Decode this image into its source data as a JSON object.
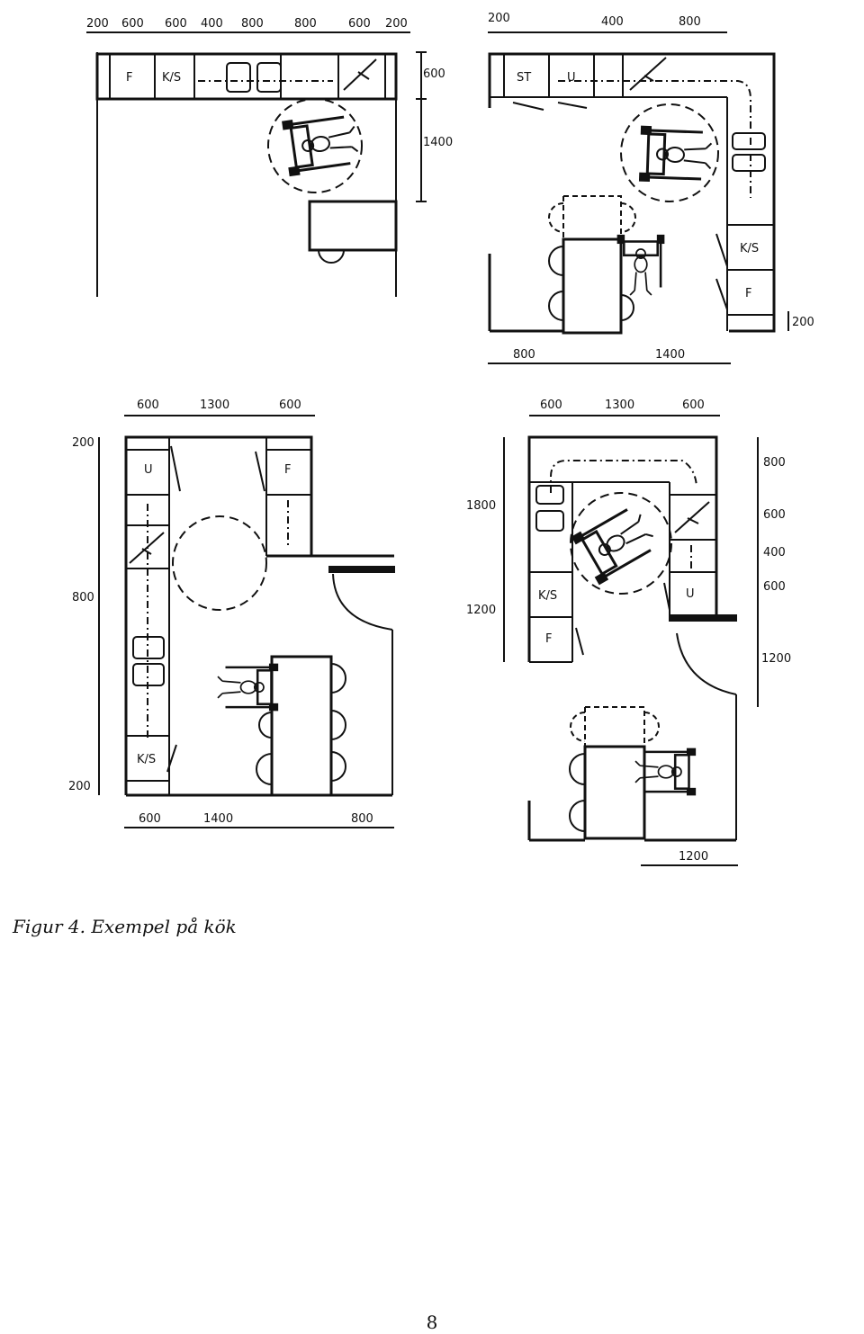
{
  "figure": {
    "caption": "Figur 4. Exempel på kök",
    "page_number": "8"
  },
  "plans": [
    {
      "id": "plan-1",
      "dims_top": [
        "200",
        "600",
        "600",
        "400",
        "800",
        "800",
        "600",
        "200"
      ],
      "dims_right": [
        "600",
        "1400"
      ],
      "units": [
        "F",
        "K/S"
      ]
    },
    {
      "id": "plan-2",
      "dims_top": [
        "200",
        "400",
        "800"
      ],
      "dims_bottom": [
        "800",
        "1400"
      ],
      "dims_right": [
        "200"
      ],
      "units": [
        "ST",
        "U",
        "K/S",
        "F"
      ]
    },
    {
      "id": "plan-3",
      "dims_top": [
        "600",
        "1300",
        "600"
      ],
      "dims_bottom": [
        "600",
        "1400",
        "800"
      ],
      "dims_left": [
        "200",
        "800",
        "200"
      ],
      "units": [
        "U",
        "F",
        "K/S"
      ]
    },
    {
      "id": "plan-4",
      "dims_top": [
        "600",
        "1300",
        "600"
      ],
      "dims_left": [
        "1800",
        "1200"
      ],
      "dims_right": [
        "800",
        "600",
        "400",
        "600",
        "1200"
      ],
      "dims_bottom": [
        "1200"
      ],
      "units": [
        "K/S",
        "F",
        "U"
      ]
    }
  ]
}
